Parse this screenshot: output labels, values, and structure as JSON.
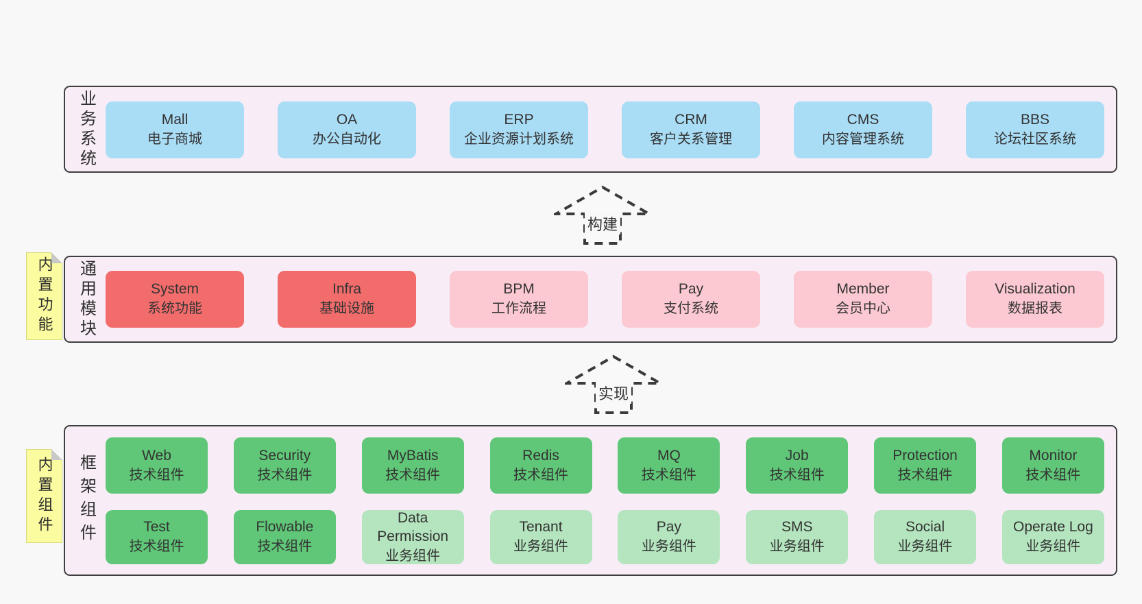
{
  "colors": {
    "page_bg": "#f8f8f8",
    "panel_bg": "#f8edf7",
    "panel_border": "#3f3f3f",
    "node_blue": "#a9dcf5",
    "node_red": "#f26c6c",
    "node_pink": "#fcc9d2",
    "node_green_dark": "#5fc777",
    "node_green_light": "#b4e5be",
    "note_yellow": "#fbfba0",
    "note_fold_gray": "#c8c8c8",
    "text": "#333333"
  },
  "arrows": [
    {
      "label": "构建"
    },
    {
      "label": "实现"
    }
  ],
  "layers": [
    {
      "label": "业务系统",
      "boxes": [
        {
          "en": "Mall",
          "zh": "电子商城",
          "type": "blue"
        },
        {
          "en": "OA",
          "zh": "办公自动化",
          "type": "blue"
        },
        {
          "en": "ERP",
          "zh": "企业资源计划系统",
          "type": "blue"
        },
        {
          "en": "CRM",
          "zh": "客户关系管理",
          "type": "blue"
        },
        {
          "en": "CMS",
          "zh": "内容管理系统",
          "type": "blue"
        },
        {
          "en": "BBS",
          "zh": "论坛社区系统",
          "type": "blue"
        }
      ]
    },
    {
      "label": "通用模块",
      "note": "内置功能",
      "boxes": [
        {
          "en": "System",
          "zh": "系统功能",
          "type": "red"
        },
        {
          "en": "Infra",
          "zh": "基础设施",
          "type": "red"
        },
        {
          "en": "BPM",
          "zh": "工作流程",
          "type": "pink"
        },
        {
          "en": "Pay",
          "zh": "支付系统",
          "type": "pink"
        },
        {
          "en": "Member",
          "zh": "会员中心",
          "type": "pink"
        },
        {
          "en": "Visualization",
          "zh": "数据报表",
          "type": "pink"
        }
      ]
    },
    {
      "label": "框架组件",
      "note": "内置组件",
      "rows": [
        [
          {
            "en": "Web",
            "zh": "技术组件",
            "type": "green-dark"
          },
          {
            "en": "Security",
            "zh": "技术组件",
            "type": "green-dark"
          },
          {
            "en": "MyBatis",
            "zh": "技术组件",
            "type": "green-dark"
          },
          {
            "en": "Redis",
            "zh": "技术组件",
            "type": "green-dark"
          },
          {
            "en": "MQ",
            "zh": "技术组件",
            "type": "green-dark"
          },
          {
            "en": "Job",
            "zh": "技术组件",
            "type": "green-dark"
          },
          {
            "en": "Protection",
            "zh": "技术组件",
            "type": "green-dark"
          },
          {
            "en": "Monitor",
            "zh": "技术组件",
            "type": "green-dark"
          }
        ],
        [
          {
            "en": "Test",
            "zh": "技术组件",
            "type": "green-dark"
          },
          {
            "en": "Flowable",
            "zh": "技术组件",
            "type": "green-dark"
          },
          {
            "en": "Data Permission",
            "zh": "业务组件",
            "type": "green-light"
          },
          {
            "en": "Tenant",
            "zh": "业务组件",
            "type": "green-light"
          },
          {
            "en": "Pay",
            "zh": "业务组件",
            "type": "green-light"
          },
          {
            "en": "SMS",
            "zh": "业务组件",
            "type": "green-light"
          },
          {
            "en": "Social",
            "zh": "业务组件",
            "type": "green-light"
          },
          {
            "en": "Operate Log",
            "zh": "业务组件",
            "type": "green-light"
          }
        ]
      ]
    }
  ]
}
